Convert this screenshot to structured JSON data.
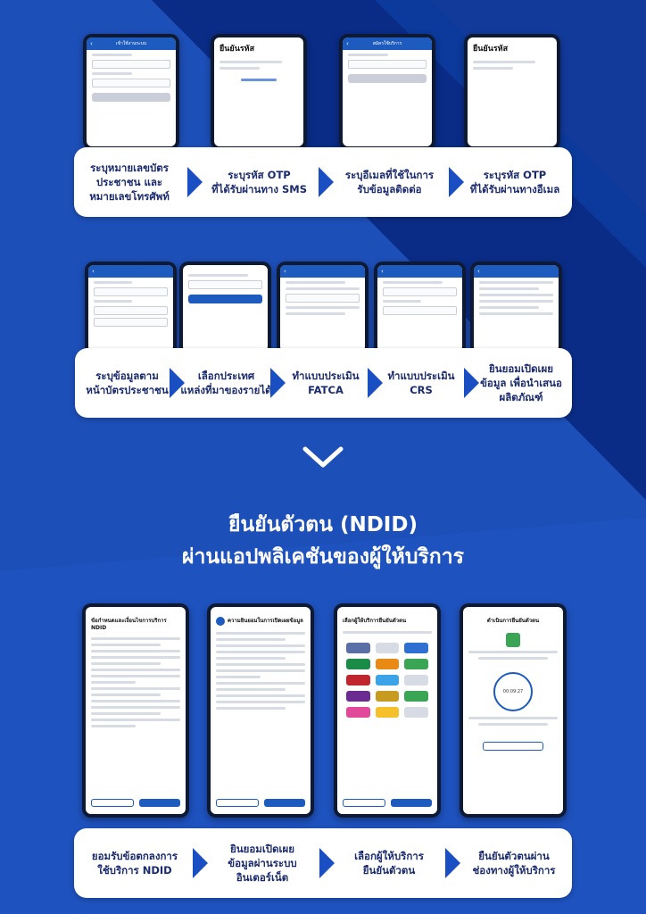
{
  "section1": {
    "phones": [
      {
        "header": "เข้าใช้งานระบบ"
      },
      {
        "title": "ยืนยันรหัส"
      },
      {
        "header": "สมัครใช้บริการ"
      },
      {
        "title": "ยืนยันรหัส"
      }
    ],
    "steps": [
      {
        "line1": "ระบุหมายเลขบัตร",
        "line2": "ประชาชน และ",
        "line3": "หมายเลขโทรศัพท์"
      },
      {
        "line1": "ระบุรหัส OTP",
        "line2": "ที่ได้รับผ่านทาง SMS"
      },
      {
        "line1": "ระบุอีเมลที่ใช้ในการ",
        "line2": "รับข้อมูลติดต่อ"
      },
      {
        "line1": "ระบุรหัส OTP",
        "line2": "ที่ได้รับผ่านทางอีเมล"
      }
    ]
  },
  "section2": {
    "steps": [
      {
        "line1": "ระบุข้อมูลตาม",
        "line2": "หน้าบัตรประชาชน"
      },
      {
        "line1": "เลือกประเทศ",
        "line2": "แหล่งที่มาของรายได้"
      },
      {
        "line1": "ทำแบบประเมิน",
        "line2": "FATCA"
      },
      {
        "line1": "ทำแบบประเมิน",
        "line2": "CRS"
      },
      {
        "line1": "ยินยอมเปิดเผย",
        "line2": "ข้อมูล เพื่อนำเสนอ",
        "line3": "ผลิตภัณฑ์"
      }
    ]
  },
  "headline": {
    "line1": "ยืนยันตัวตน (NDID)",
    "line2": "ผ่านแอปพลิเคชันของผู้ให้บริการ"
  },
  "section3": {
    "phones": [
      {
        "title": "ข้อกำหนดและเงื่อนไขการบริการ NDID"
      },
      {
        "title": "ความยินยอมในการเปิดเผยข้อมูล"
      },
      {
        "title": "เลือกผู้ให้บริการยืนยันตัวตน"
      },
      {
        "title": "ดำเนินการยืนยันตัวตน",
        "timer": "00:09:27"
      }
    ],
    "steps": [
      {
        "line1": "ยอมรับข้อตกลงการ",
        "line2": "ใช้บริการ NDID"
      },
      {
        "line1": "ยินยอมเปิดเผย",
        "line2": "ข้อมูลผ่านระบบ",
        "line3": "อินเตอร์เน็ต"
      },
      {
        "line1": "เลือกผู้ให้บริการ",
        "line2": "ยืนยันตัวตน"
      },
      {
        "line1": "ยืนยันตัวตนผ่าน",
        "line2": "ช่องทางผู้ให้บริการ"
      }
    ]
  },
  "colors": {
    "background": "#1a3fa6",
    "accent": "#1a4fc4",
    "step_text": "#1a2b6d"
  }
}
